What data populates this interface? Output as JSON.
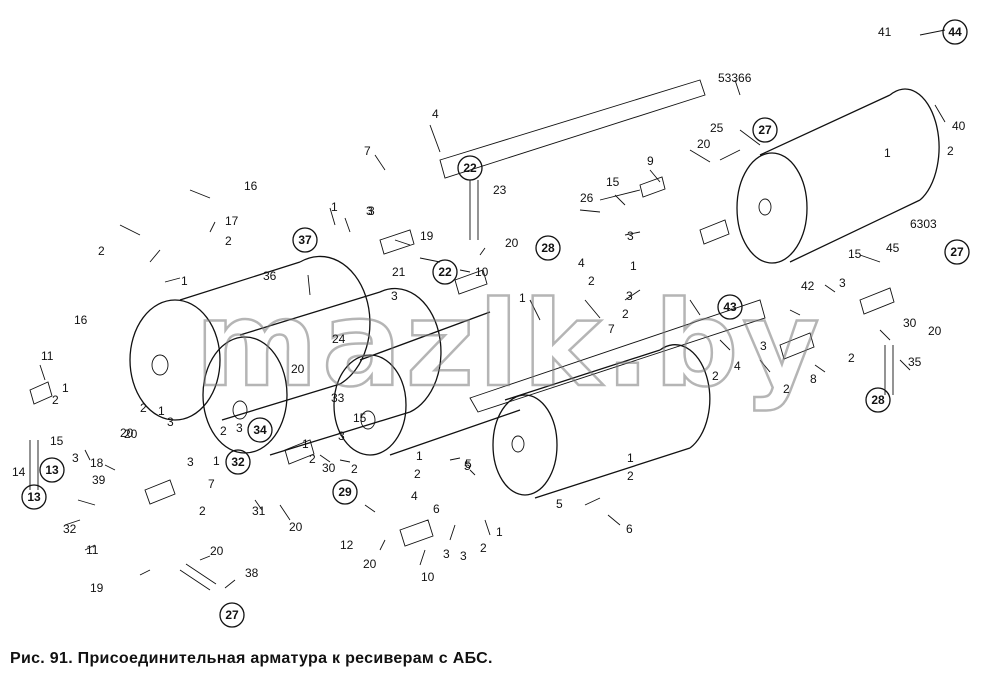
{
  "caption": "Рис. 91. Присоединительная арматура к ресиверам с АБС.",
  "watermark": "mazlk.by",
  "assembly_labels": {
    "receiver_top": "53366",
    "receiver_right": "6303"
  },
  "circled_refs": [
    "44",
    "27",
    "22",
    "37",
    "28",
    "27",
    "43",
    "34",
    "32",
    "29",
    "13",
    "28",
    "27",
    "22",
    "13"
  ],
  "part_numbers": [
    "41",
    "40",
    "1",
    "2",
    "25",
    "20",
    "9",
    "15",
    "26",
    "3",
    "1",
    "2",
    "3",
    "7",
    "16",
    "4",
    "17",
    "2",
    "1",
    "2",
    "1",
    "36",
    "3",
    "19",
    "21",
    "10",
    "20",
    "23",
    "4",
    "1",
    "2",
    "3",
    "7",
    "24",
    "20",
    "3",
    "5",
    "5",
    "6",
    "1",
    "2",
    "1",
    "2",
    "3",
    "4",
    "5",
    "6",
    "8",
    "2",
    "4",
    "30",
    "20",
    "35",
    "45",
    "15",
    "42",
    "3",
    "2",
    "2",
    "3",
    "11",
    "2",
    "1",
    "15",
    "3",
    "18",
    "14",
    "16",
    "20",
    "39",
    "32",
    "11",
    "19",
    "20",
    "38",
    "3",
    "31",
    "20",
    "33",
    "15",
    "2",
    "1",
    "2",
    "3",
    "30",
    "12",
    "20",
    "10",
    "3",
    "2",
    "1",
    "7",
    "2",
    "1",
    "2",
    "3",
    "2",
    "1",
    "3",
    "20"
  ]
}
